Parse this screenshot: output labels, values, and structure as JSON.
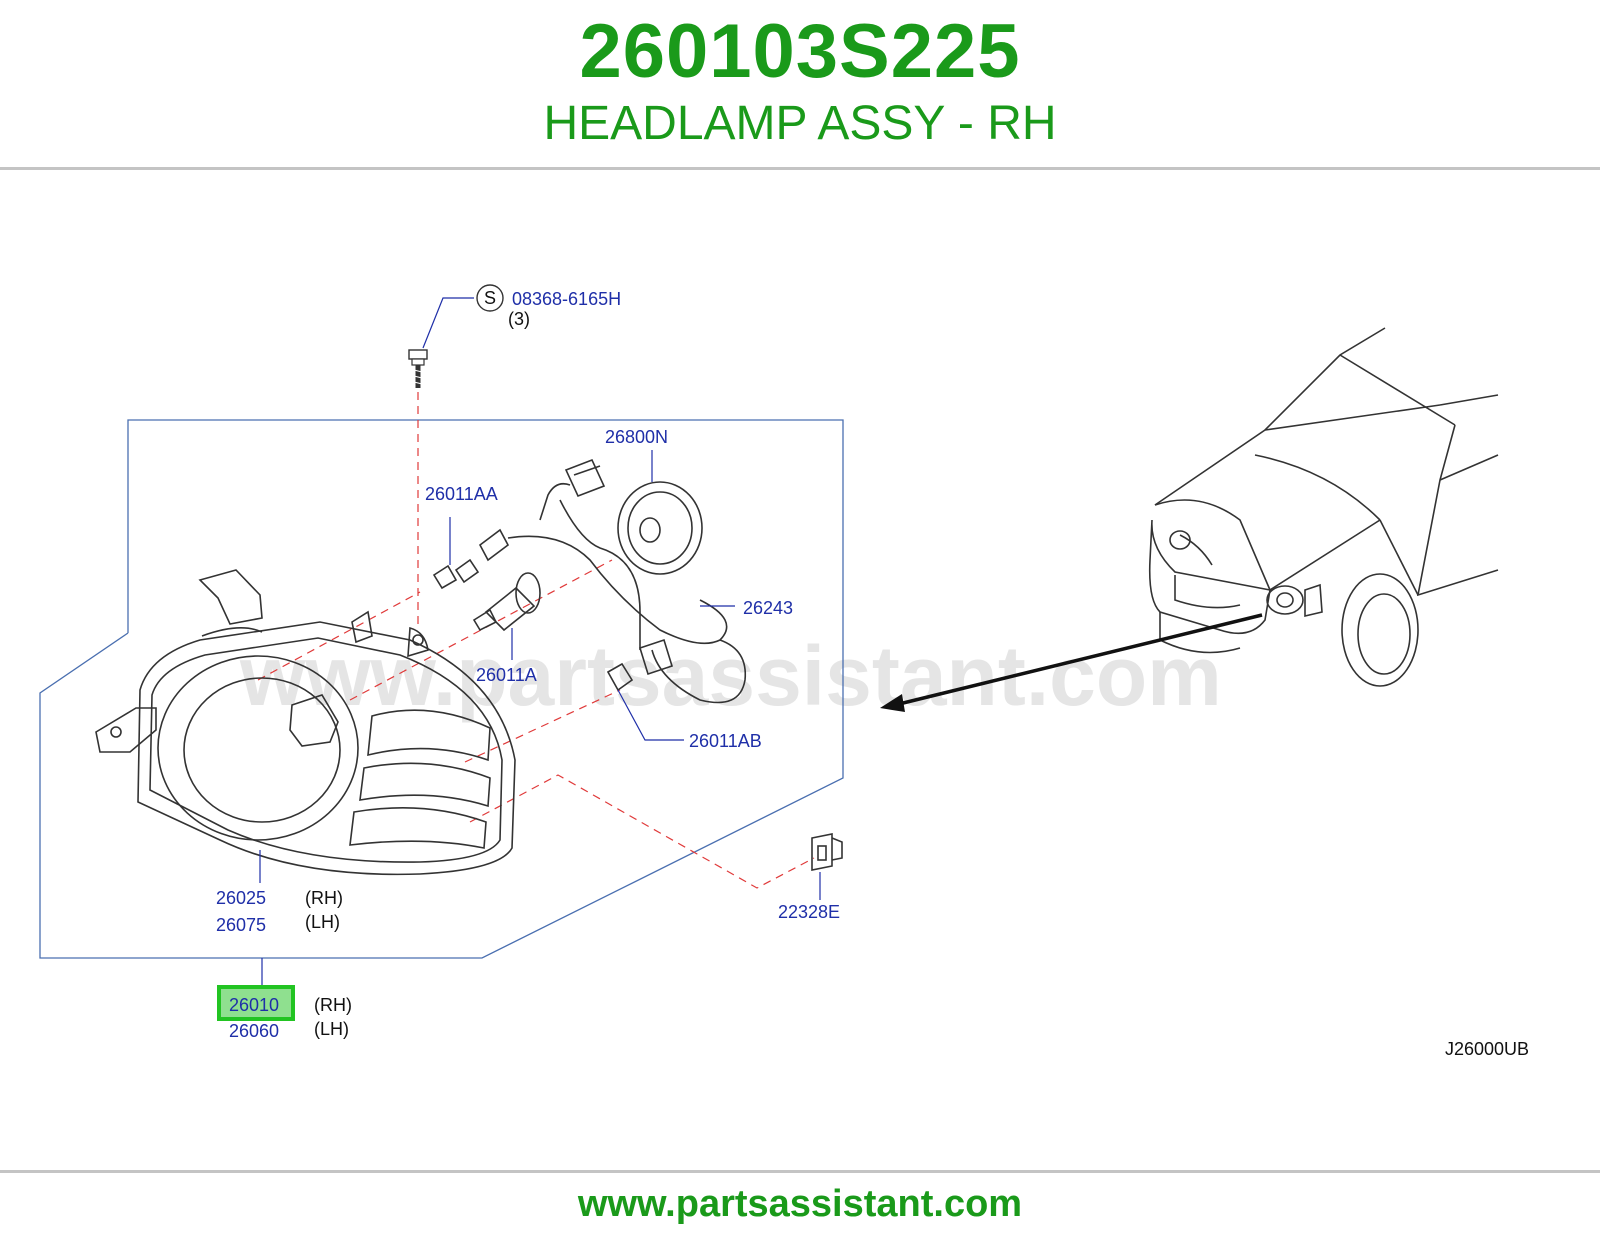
{
  "header": {
    "part_number": "260103S225",
    "part_name": "HEADLAMP ASSY - RH"
  },
  "footer": {
    "url": "www.partsassistant.com"
  },
  "watermark": "www.partsassistant.com",
  "diagram": {
    "code": "J26000UB",
    "screw": {
      "symbol": "S",
      "part": "08368-6165H",
      "qty": "(3)"
    },
    "labels": {
      "p26800N": "26800N",
      "p26011AA": "26011AA",
      "p26243": "26243",
      "p26011A": "26011A",
      "p26011AB": "26011AB",
      "p26025": "26025",
      "p26075": "26075",
      "p22328E": "22328E",
      "p26010": "26010",
      "p26060": "26060",
      "rh": "(RH)",
      "lh": "(LH)"
    },
    "colors": {
      "highlight": "#22c422",
      "label": "#1f2fa8",
      "title": "#1a9a1a"
    }
  }
}
